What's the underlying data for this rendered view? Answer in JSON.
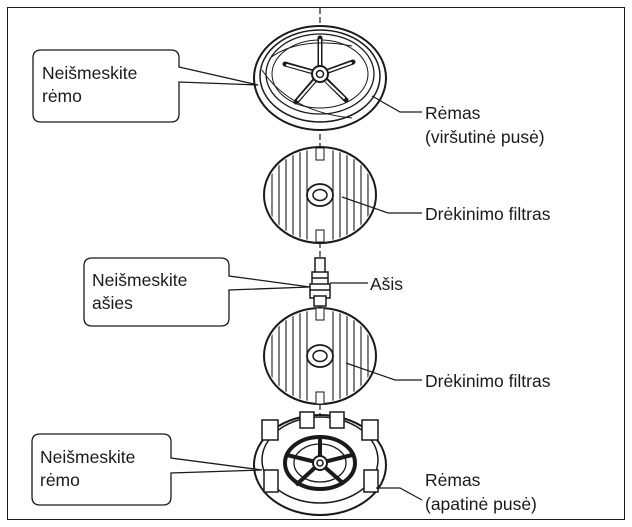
{
  "callouts": {
    "top_frame": {
      "line1": "Neišmeskite",
      "line2": "rėmo"
    },
    "axis": {
      "line1": "Neišmeskite",
      "line2": "ašies"
    },
    "bottom_frame": {
      "line1": "Neišmeskite",
      "line2": "rėmo"
    }
  },
  "labels": {
    "frame_top": {
      "line1": "Rėmas",
      "line2": "(viršutinė pusė)"
    },
    "filter_1": "Drėkinimo filtras",
    "axis": "Ašis",
    "filter_2": "Drėkinimo filtras",
    "frame_bottom": {
      "line1": "Rėmas",
      "line2": "(apatinė pusė)"
    }
  },
  "colors": {
    "line": "#1a1a1a",
    "background": "#ffffff"
  }
}
